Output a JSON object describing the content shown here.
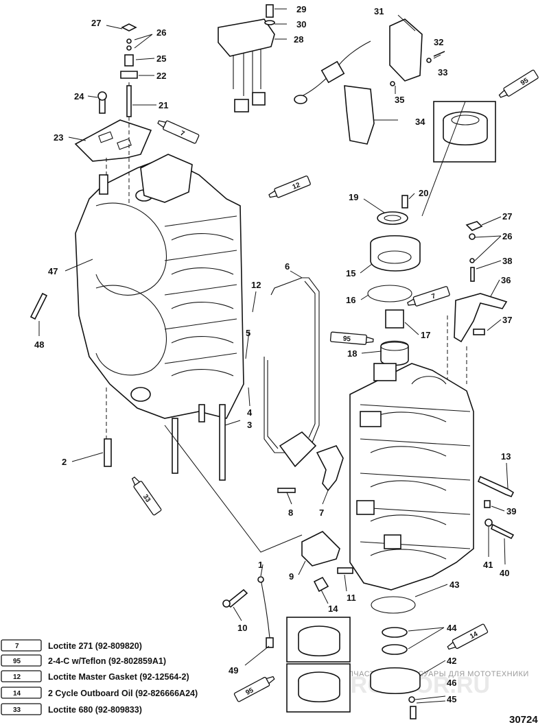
{
  "callouts": [
    {
      "id": "c29",
      "label": "29"
    },
    {
      "id": "c30",
      "label": "30"
    },
    {
      "id": "c28",
      "label": "28"
    },
    {
      "id": "c31",
      "label": "31"
    },
    {
      "id": "c32",
      "label": "32"
    },
    {
      "id": "c33",
      "label": "33"
    },
    {
      "id": "c35",
      "label": "35"
    },
    {
      "id": "c34",
      "label": "34"
    },
    {
      "id": "c27a",
      "label": "27"
    },
    {
      "id": "c26a",
      "label": "26"
    },
    {
      "id": "c25",
      "label": "25"
    },
    {
      "id": "c22",
      "label": "22"
    },
    {
      "id": "c24",
      "label": "24"
    },
    {
      "id": "c21",
      "label": "21"
    },
    {
      "id": "c23",
      "label": "23"
    },
    {
      "id": "c19",
      "label": "19"
    },
    {
      "id": "c20",
      "label": "20"
    },
    {
      "id": "c27b",
      "label": "27"
    },
    {
      "id": "c26b",
      "label": "26"
    },
    {
      "id": "c38",
      "label": "38"
    },
    {
      "id": "c36",
      "label": "36"
    },
    {
      "id": "c37",
      "label": "37"
    },
    {
      "id": "c15",
      "label": "15"
    },
    {
      "id": "c16",
      "label": "16"
    },
    {
      "id": "c17",
      "label": "17"
    },
    {
      "id": "c18",
      "label": "18"
    },
    {
      "id": "c6",
      "label": "6"
    },
    {
      "id": "c12",
      "label": "12"
    },
    {
      "id": "c5",
      "label": "5"
    },
    {
      "id": "c47",
      "label": "47"
    },
    {
      "id": "c48",
      "label": "48"
    },
    {
      "id": "c4",
      "label": "4"
    },
    {
      "id": "c3",
      "label": "3"
    },
    {
      "id": "c2",
      "label": "2"
    },
    {
      "id": "c8",
      "label": "8"
    },
    {
      "id": "c7",
      "label": "7"
    },
    {
      "id": "c13",
      "label": "13"
    },
    {
      "id": "c39",
      "label": "39"
    },
    {
      "id": "c41",
      "label": "41"
    },
    {
      "id": "c40",
      "label": "40"
    },
    {
      "id": "c1",
      "label": "1"
    },
    {
      "id": "c9",
      "label": "9"
    },
    {
      "id": "c11",
      "label": "11"
    },
    {
      "id": "c14",
      "label": "14"
    },
    {
      "id": "c43",
      "label": "43"
    },
    {
      "id": "c10",
      "label": "10"
    },
    {
      "id": "c44",
      "label": "44"
    },
    {
      "id": "c42",
      "label": "42"
    },
    {
      "id": "c46",
      "label": "46"
    },
    {
      "id": "c45",
      "label": "45"
    },
    {
      "id": "c49",
      "label": "49"
    }
  ],
  "tubes": [
    {
      "id": "t95a",
      "label": "95"
    },
    {
      "id": "t7a",
      "label": "7"
    },
    {
      "id": "t12a",
      "label": "12"
    },
    {
      "id": "t7b",
      "label": "7"
    },
    {
      "id": "t95b",
      "label": "95"
    },
    {
      "id": "t33a",
      "label": "33"
    },
    {
      "id": "t14a",
      "label": "14"
    },
    {
      "id": "t95c",
      "label": "95"
    }
  ],
  "legend": [
    {
      "code": "7",
      "text": "Loctite 271 (92-809820)"
    },
    {
      "code": "95",
      "text": "2-4-C w/Teflon (92-802859A1)"
    },
    {
      "code": "12",
      "text": "Loctite Master Gasket (92-12564-2)"
    },
    {
      "code": "14",
      "text": "2 Cycle Outboard Oil (92-826666A24)"
    },
    {
      "code": "33",
      "text": "Loctite 680 (92-809833)"
    }
  ],
  "watermark": {
    "line": "ЗАПЧАСТИ И АКСЕССУАРЫ ДЛЯ МОТОТЕХНИКИ",
    "logo": "PROSTOR.RU"
  },
  "drawing_number": "30724"
}
